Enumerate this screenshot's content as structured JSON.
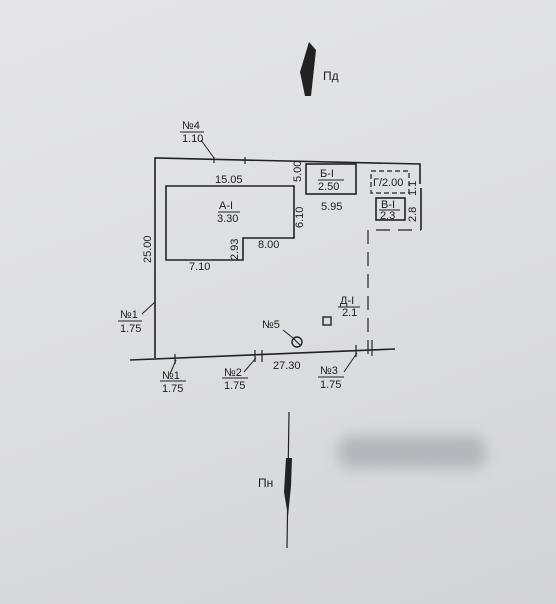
{
  "north_label": "Пд",
  "south_label": "Пн",
  "points": {
    "p4": {
      "no": "№4",
      "val": "1.10"
    },
    "p1_left": {
      "no": "№1",
      "val": "1.75"
    },
    "p1_bottom": {
      "no": "№1",
      "val": "1.75"
    },
    "p2": {
      "no": "№2",
      "val": "1.75"
    },
    "p3": {
      "no": "№3",
      "val": "1.75"
    },
    "p5": {
      "no": "№5"
    }
  },
  "buildings": {
    "a": {
      "name": "А-І",
      "height": "3.30"
    },
    "b": {
      "name": "Б-І",
      "height": "2.50"
    },
    "g": {
      "label": "Г/2.00"
    },
    "v": {
      "name": "В-І",
      "height": "2.3"
    },
    "d": {
      "name": "Д-І",
      "height": "2.1"
    }
  },
  "dims": {
    "a_top": "15.05",
    "a_right": "6.10",
    "a_notch_h": "2.93",
    "a_notch_w": "8.00",
    "a_bottom": "7.10",
    "b_side": "5.00",
    "b_bottom": "5.95",
    "v_side": "2.8",
    "v_side2": "1.1",
    "plot_left": "25.00",
    "plot_bottom": "27.30"
  }
}
